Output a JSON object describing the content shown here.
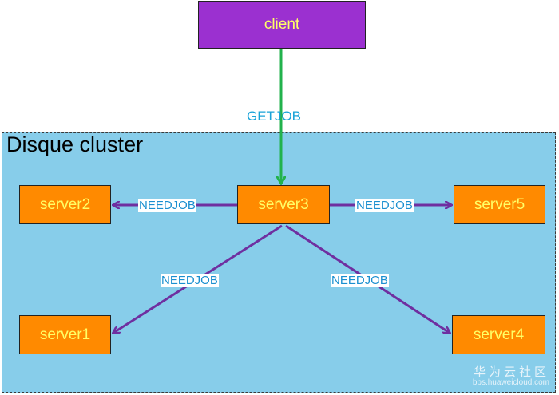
{
  "cluster": {
    "title": "Disque cluster"
  },
  "nodes": {
    "client": "client",
    "server1": "server1",
    "server2": "server2",
    "server3": "server3",
    "server4": "server4",
    "server5": "server5"
  },
  "edges": {
    "getjob": "GETJOB",
    "to_server2": "NEEDJOB",
    "to_server5": "NEEDJOB",
    "to_server1": "NEEDJOB",
    "to_server4": "NEEDJOB"
  },
  "colors": {
    "client_fill": "#9b30d0",
    "server_fill": "#ff8a00",
    "cluster_fill": "#87cdea",
    "getjob_arrow": "#22b24c",
    "needjob_arrow": "#6f2fa0",
    "node_text": "#ffff66",
    "label_text": "#1a8fd0"
  },
  "watermark": {
    "line1": "华为云社区",
    "line2": "bbs.huaweicloud.com"
  }
}
